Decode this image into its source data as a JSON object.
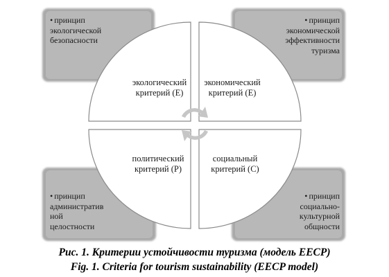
{
  "boxes": {
    "top_left": [
      "принцип",
      "экологической",
      "безопасности"
    ],
    "top_right": [
      "принцип",
      "экономической",
      "эффективности",
      "туризма"
    ],
    "bottom_left": [
      "принцип",
      "административ",
      "ной",
      "целостности"
    ],
    "bottom_right": [
      "принцип",
      "социально-",
      "культурной",
      "общности"
    ]
  },
  "quadrants": {
    "top_left": [
      "экологический",
      "критерий (E)"
    ],
    "top_right": [
      "экономический",
      "критерий (E)"
    ],
    "bottom_left": [
      "политический",
      "критерий (P)"
    ],
    "bottom_right": [
      "социальный",
      "критерий (C)"
    ]
  },
  "caption": {
    "ru": "Рис. 1. Критерии устойчивости туризма (модель ЕЕСР)",
    "en": "Fig. 1. Criteria for tourism sustainability (EECP model)"
  },
  "colors": {
    "box_fill": "#a8a8a8",
    "box_inner": "#d9d9d9",
    "circle_fill": "#ffffff",
    "circle_stroke": "#8a8a8a",
    "arrows": "#c8c8c8"
  }
}
